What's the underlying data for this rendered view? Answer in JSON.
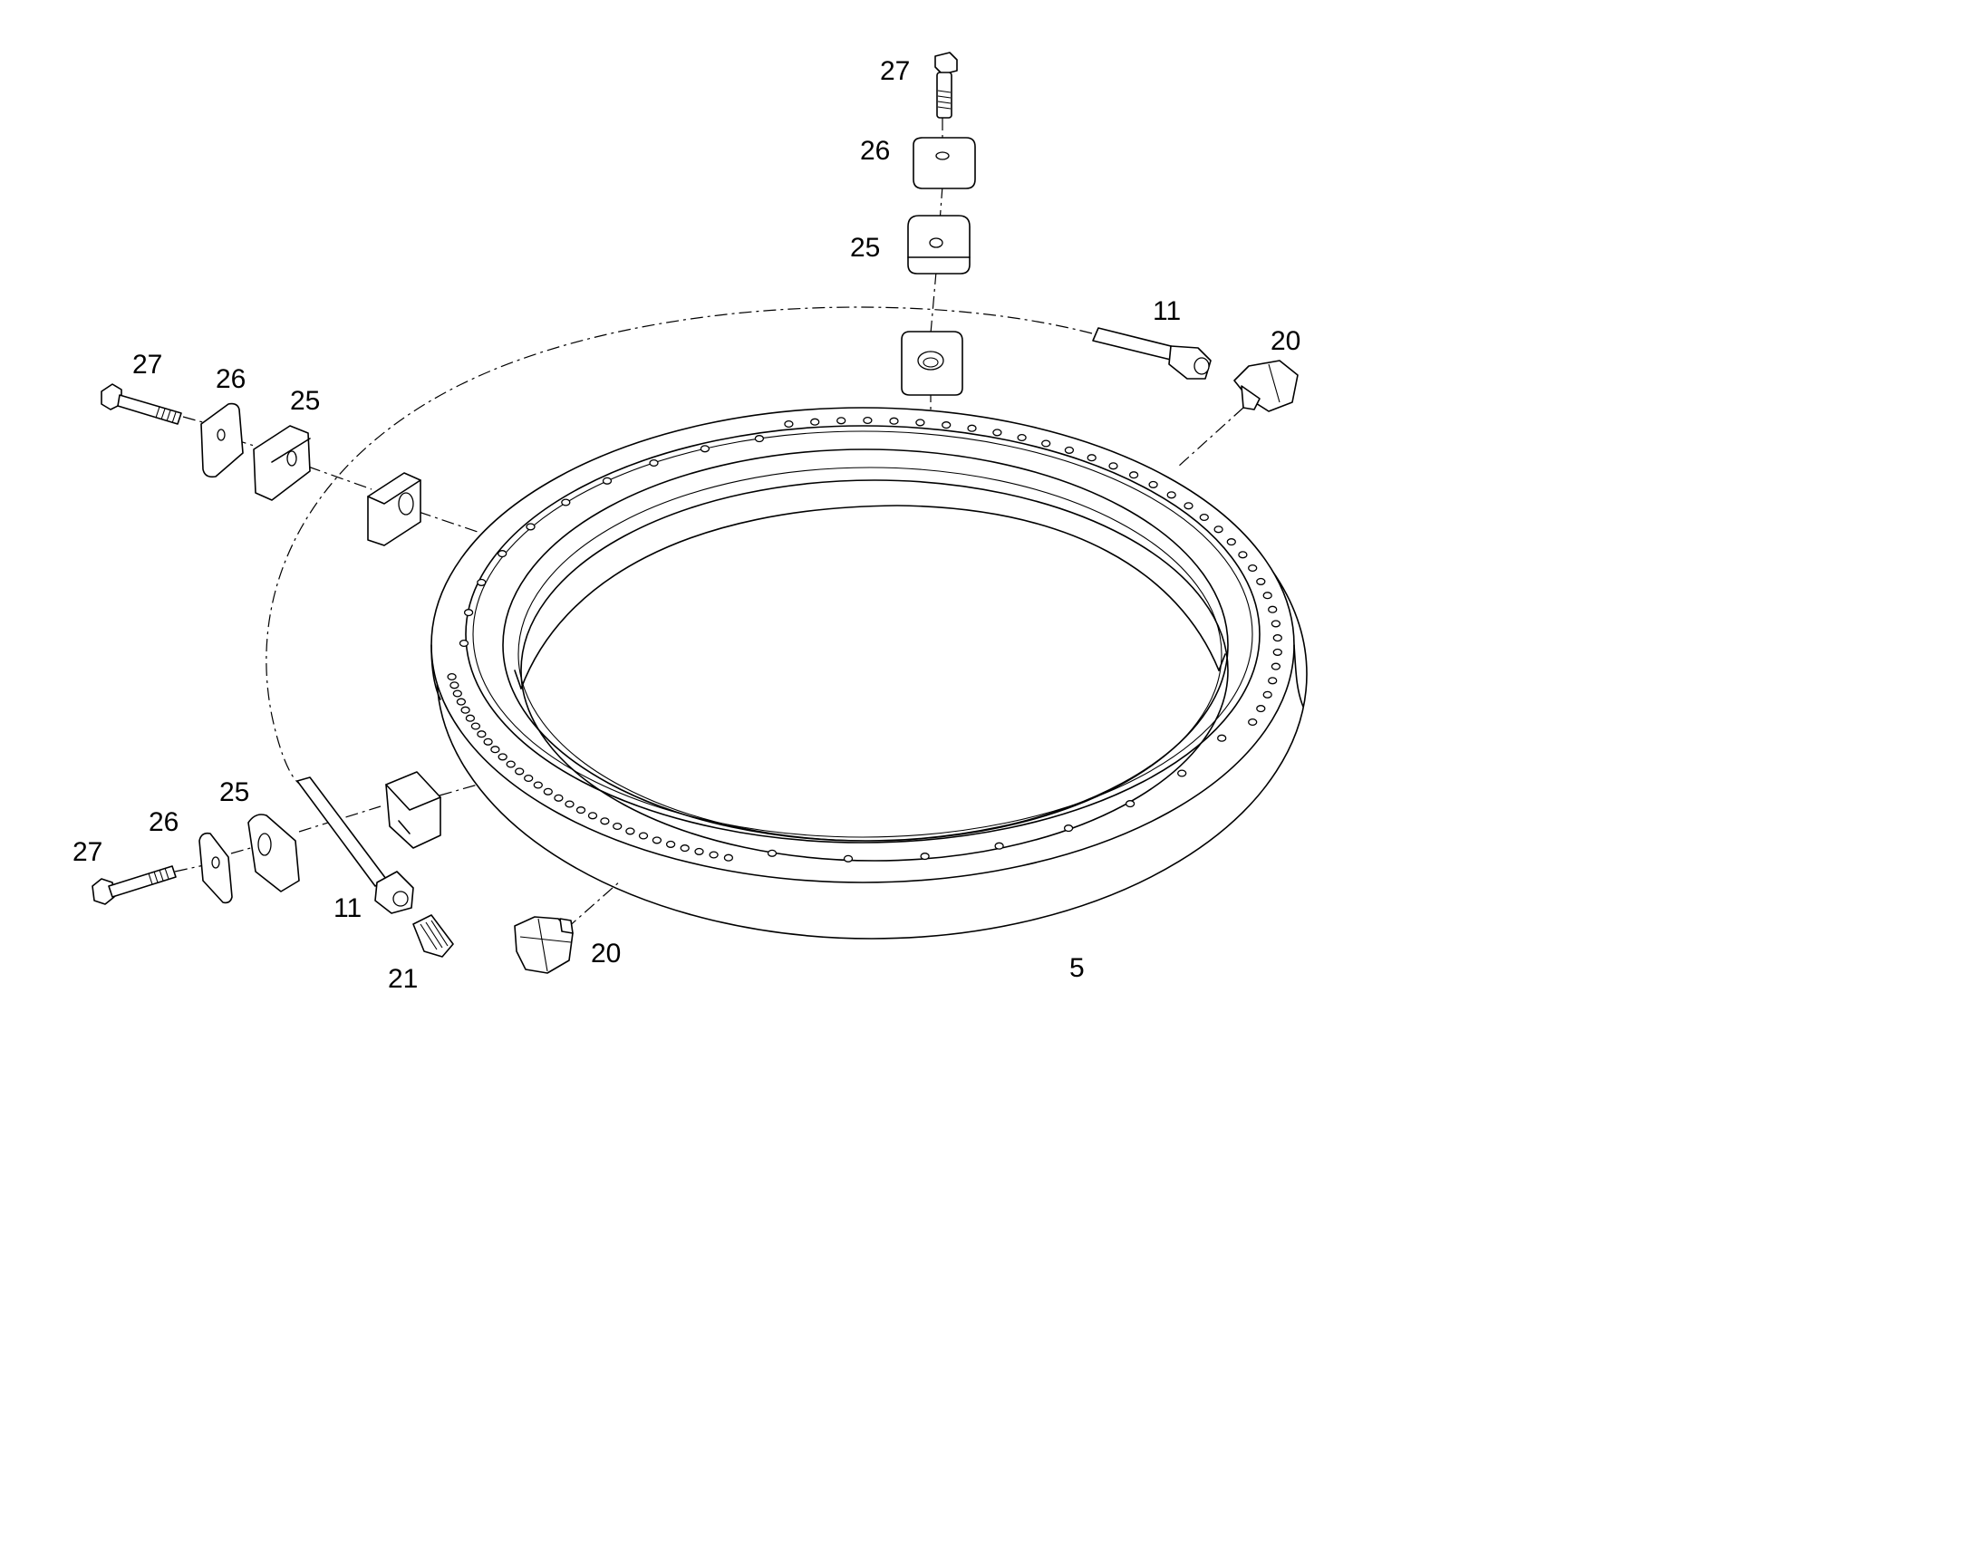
{
  "callouts": {
    "c27_top": "27",
    "c26_top": "26",
    "c25_top": "25",
    "c11_top": "11",
    "c20_top": "20",
    "c27_left": "27",
    "c26_left": "26",
    "c25_left": "25",
    "c25_bot": "25",
    "c26_bot": "26",
    "c27_bot": "27",
    "c11_bot": "11",
    "c21_bot": "21",
    "c20_bot": "20",
    "c5": "5"
  }
}
